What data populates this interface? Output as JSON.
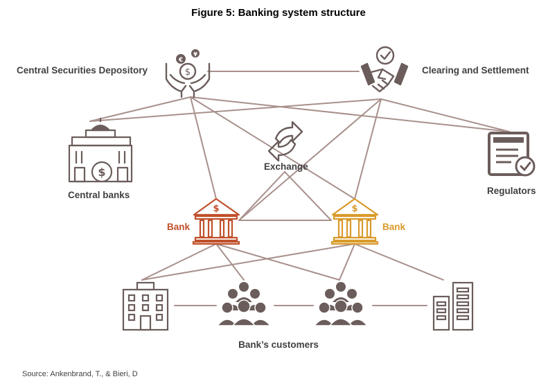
{
  "title": "Figure 5: Banking system structure",
  "source": "Source: Ankenbrand, T., & Bieri, D",
  "colors": {
    "line": "#a8908c",
    "icon": "#6b5d5b",
    "bank_left": "#c0502b",
    "bank_right": "#d99a2b",
    "text": "#404040"
  },
  "nodes": {
    "csd": {
      "label": "Central Securities Depository",
      "icon": "money-hands-icon"
    },
    "clearing": {
      "label": "Clearing and Settlement",
      "icon": "handshake-check-icon"
    },
    "central_banks": {
      "label": "Central banks",
      "icon": "central-bank-building-icon"
    },
    "exchange": {
      "label": "Exchange",
      "icon": "exchange-arrows-icon"
    },
    "regulators": {
      "label": "Regulators",
      "icon": "document-check-icon"
    },
    "bank_left": {
      "label": "Bank",
      "icon": "bank-icon"
    },
    "bank_right": {
      "label": "Bank",
      "icon": "bank-icon"
    },
    "customers": {
      "label": "Bank’s customers",
      "icons": [
        "office-building-icon",
        "people-group-icon",
        "people-group-icon",
        "office-tower-icon"
      ]
    }
  }
}
